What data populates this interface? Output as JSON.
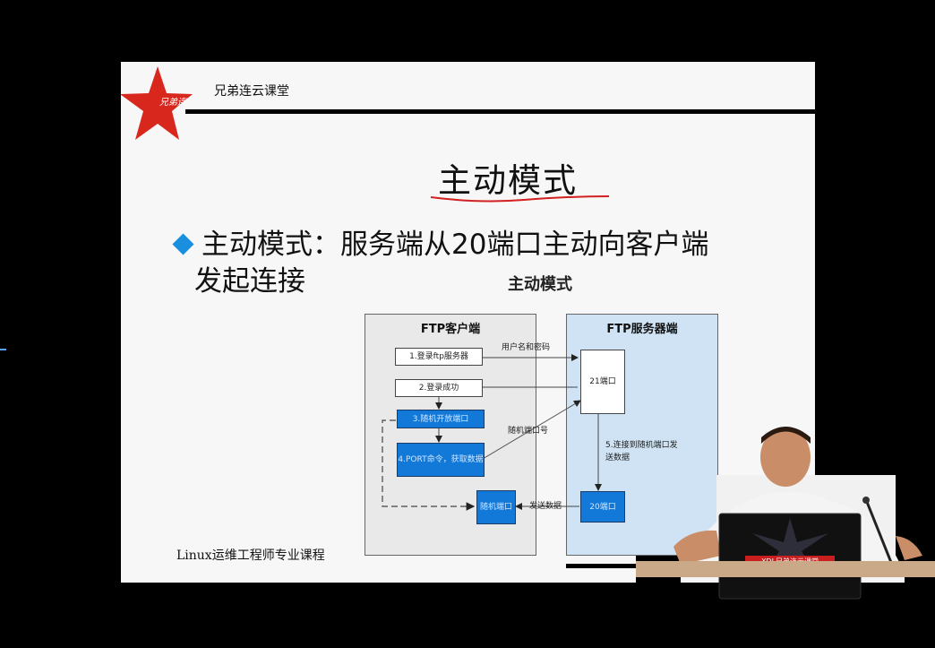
{
  "brand": {
    "name": "兄弟连云课堂",
    "logo_text": "兄弟连",
    "star_color": "#d8281e"
  },
  "slide": {
    "title": "主动模式",
    "bullet_line1": "主动模式：服务端从20端口主动向客户端",
    "bullet_line2": "发起连接",
    "footer": "Linux运维工程师专业课程",
    "accent_color": "#1a8fe0"
  },
  "diagram": {
    "title": "主动模式",
    "client_title": "FTP客户端",
    "server_title": "FTP服务器端",
    "step1": "1.登录ftp服务器",
    "step2": "2.登录成功",
    "step3": "3.随机开放端口",
    "step4": "4.PORT命令，获取数据",
    "client_random_port": "随机端口",
    "server_port21": "21端口",
    "server_port20": "20端口",
    "label_user_pass": "用户名和密码",
    "label_random_port_no": "随机端口号",
    "label_connect": "5.连接到随机端口发送数据",
    "label_send_data": "发送数据"
  },
  "presenter": {
    "laptop_brand": "XDL兄弟连云课堂"
  }
}
